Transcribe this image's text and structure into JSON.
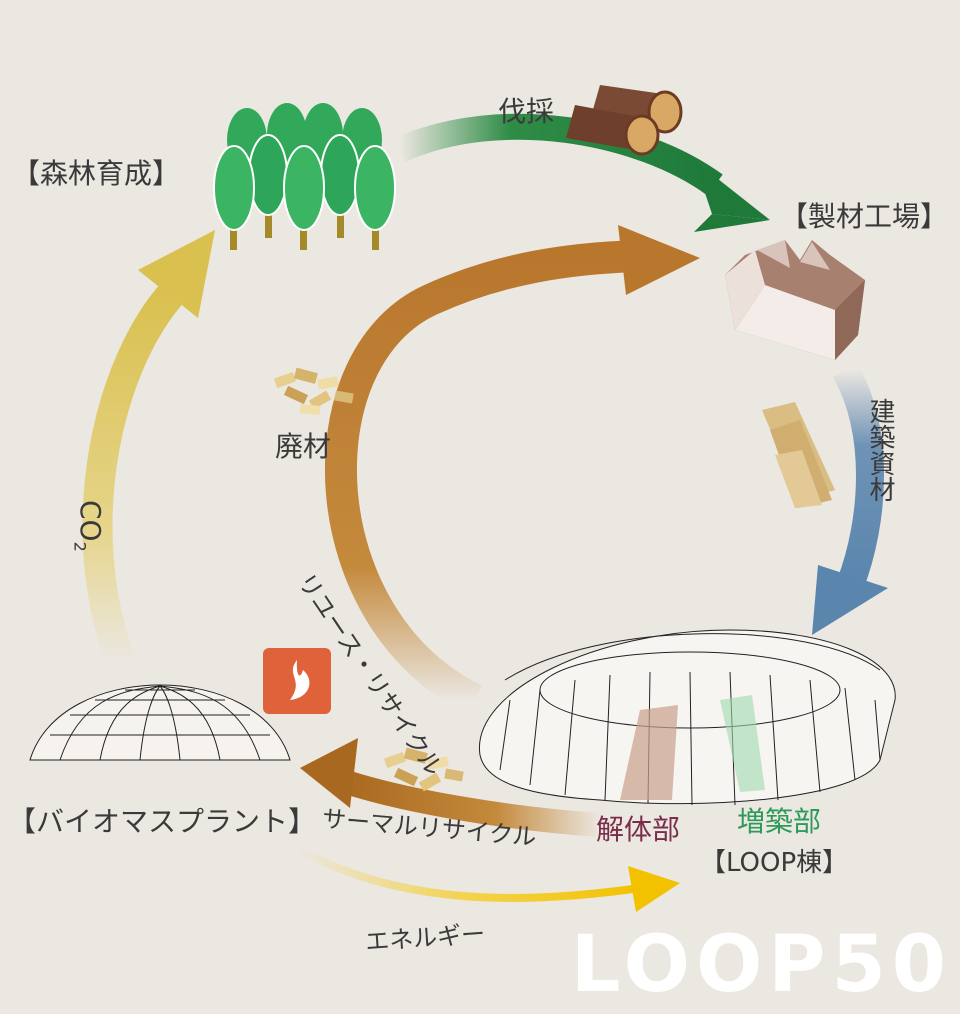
{
  "nodes": {
    "forest": "【森林育成】",
    "sawmill": "【製材工場】",
    "biomass": "【バイオマスプラント】",
    "loop": "【LOOP棟】"
  },
  "edges": {
    "logging": "伐採",
    "materials": "建築資材",
    "co2_main": "CO",
    "co2_sub": "2",
    "reuse": "リユース・リサイクル",
    "thermal": "サーマルリサイクル",
    "energy": "エネルギー"
  },
  "items": {
    "waste": "廃材"
  },
  "parts": {
    "demolition": "解体部",
    "extension": "増築部"
  },
  "logo": "LOOP50",
  "colors": {
    "forest_green": "#1f7a3a",
    "brown": "#b9772e",
    "blue": "#5a85ad",
    "yellow_arrow": "#e5c85e",
    "energy_yellow": "#f2c200",
    "demolition": "#7b2e4a",
    "extension": "#2e9a5a",
    "flame_badge": "#e0623a"
  },
  "icons": [
    "tree-icon",
    "log-icon",
    "factory-icon",
    "lumber-icon",
    "wood-chips-icon",
    "flame-icon",
    "dome-icon",
    "ring-building-icon"
  ]
}
